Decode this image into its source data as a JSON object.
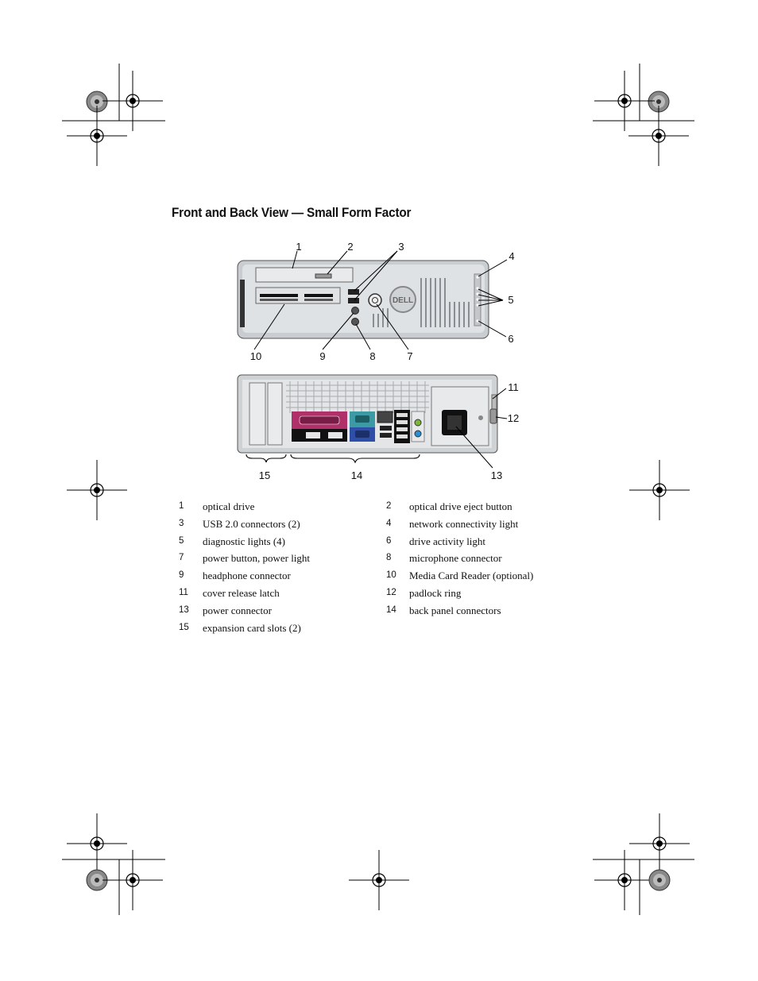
{
  "heading": "Front and Back View — Small Form Factor",
  "front_callouts": [
    "1",
    "2",
    "3",
    "4",
    "5",
    "6",
    "7",
    "8",
    "9",
    "10"
  ],
  "back_callouts": [
    "11",
    "12",
    "13",
    "14",
    "15"
  ],
  "legend": [
    {
      "left_num": "1",
      "left_text": "optical drive",
      "right_num": "2",
      "right_text": "optical drive eject button"
    },
    {
      "left_num": "3",
      "left_text": "USB 2.0 connectors (2)",
      "right_num": "4",
      "right_text": "network connectivity light"
    },
    {
      "left_num": "5",
      "left_text": "diagnostic lights (4)",
      "right_num": "6",
      "right_text": "drive activity light"
    },
    {
      "left_num": "7",
      "left_text": "power button, power light",
      "right_num": "8",
      "right_text": "microphone connector"
    },
    {
      "left_num": "9",
      "left_text": "headphone connector",
      "right_num": "10",
      "right_text": "Media Card Reader (optional)"
    },
    {
      "left_num": "11",
      "left_text": "cover release latch",
      "right_num": "12",
      "right_text": "padlock ring"
    },
    {
      "left_num": "13",
      "left_text": "power connector",
      "right_num": "14",
      "right_text": "back panel connectors"
    },
    {
      "left_num": "15",
      "left_text": "expansion card slots (2)",
      "right_num": "",
      "right_text": ""
    }
  ],
  "brand_badge": "DELL"
}
